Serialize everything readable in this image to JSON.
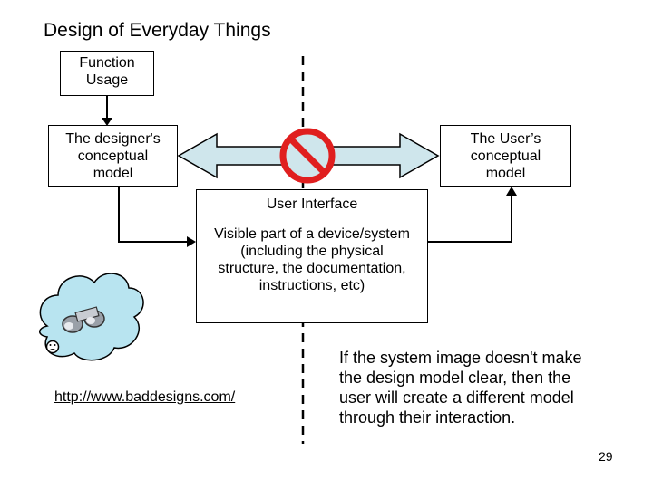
{
  "title": "Design of Everyday Things",
  "function_box": {
    "line1": "Function",
    "line2": "Usage"
  },
  "designer_box": {
    "line1": "The designer's",
    "line2": "conceptual",
    "line3": "model"
  },
  "user_box": {
    "line1": "The User’s",
    "line2": "conceptual",
    "line3": "model"
  },
  "ui_box": {
    "title": "User Interface",
    "line1": "Visible part of a device/system",
    "line2": "(including the physical",
    "line3": "structure, the documentation,",
    "line4": "instructions, etc)"
  },
  "link": "http://www.baddesigns.com/",
  "note": {
    "line1": "If the system image doesn't make",
    "line2": "the design model clear, then the",
    "line3": "user will create a different model",
    "line4": "through their interaction."
  },
  "page_number": "29",
  "colors": {
    "arrow_fill": "#cfe6ec",
    "cloud_fill": "#b8e4f0",
    "prohibition": "#e01f1f"
  },
  "icons": [
    "double-arrow-icon",
    "prohibition-icon",
    "binoculars-cloud-icon",
    "sad-face-icon"
  ]
}
